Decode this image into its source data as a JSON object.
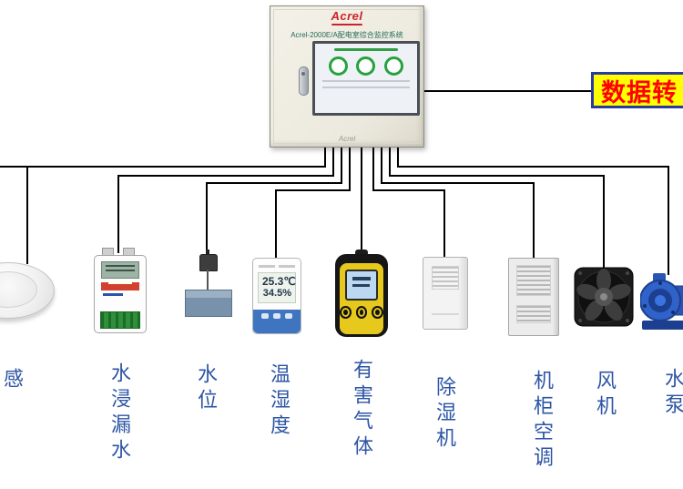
{
  "cabinet": {
    "brand": "Acrel",
    "title": "Acrel-2000E/A配电室综合监控系统",
    "footer_brand": "Acrel"
  },
  "data_box": {
    "label": "数据转",
    "bg": "#FFFF00",
    "border_color": "#2B3A9E",
    "text_color": "#FF0000"
  },
  "devices": [
    {
      "id": "smoke-detector",
      "label": "感"
    },
    {
      "id": "water-leak",
      "label": "水浸漏水"
    },
    {
      "id": "water-level",
      "label": "水位"
    },
    {
      "id": "temp-humidity",
      "label": "温湿度",
      "display_temp": "25.3℃",
      "display_hum": "34.5%"
    },
    {
      "id": "gas-detector",
      "label": "有害气体"
    },
    {
      "id": "dehumidifier",
      "label": "除湿机"
    },
    {
      "id": "cabinet-ac",
      "label": "机柜空调"
    },
    {
      "id": "fan",
      "label": "风机"
    },
    {
      "id": "water-pump",
      "label": "水泵"
    }
  ],
  "colors": {
    "label_blue": "#2d55a5",
    "line_black": "#000000",
    "cabinet_beige": "#efece1"
  }
}
